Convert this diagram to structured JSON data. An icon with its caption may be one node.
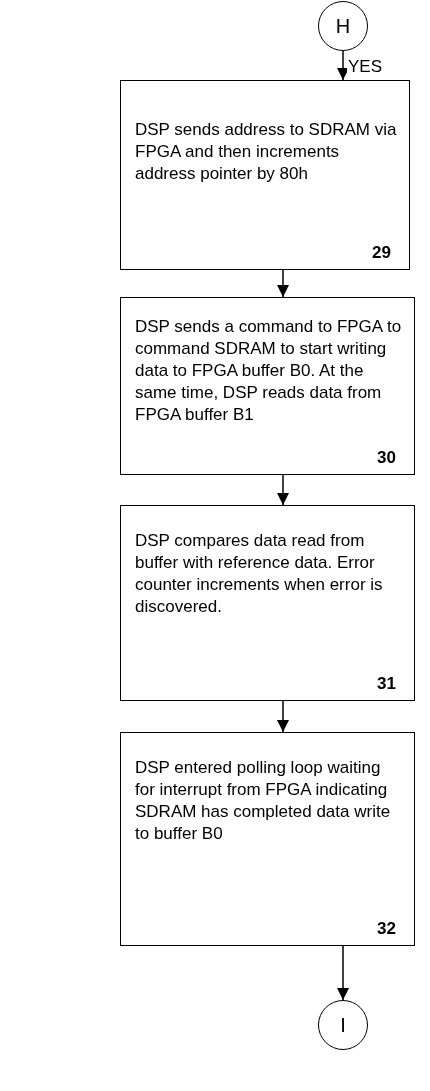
{
  "diagram": {
    "nodes": [
      {
        "text": [
          "H"
        ]
      },
      {
        "text": [
          "DSP sends address to SDRAM via FPGA and then increments address pointer by 80h",
          "29"
        ]
      },
      {
        "text": [
          "DSP sends a command to FPGA to command SDRAM to start writing data to FPGA buffer B0. At the same time, DSP reads data from FPGA buffer B1",
          "30"
        ]
      },
      {
        "text": [
          "DSP compares data read from buffer with reference data. Error counter increments when error is discovered.",
          "31"
        ]
      },
      {
        "text": [
          "DSP entered polling loop waiting for interrupt from FPGA indicating SDRAM has completed data write to buffer B0",
          "32"
        ]
      },
      {
        "text": [
          "I"
        ]
      }
    ],
    "edges": [
      {
        "from": 0,
        "to": 1,
        "arrow": "to",
        "label": "YES"
      },
      {
        "from": 1,
        "to": 2,
        "arrow": "to"
      },
      {
        "from": 2,
        "to": 3,
        "arrow": "to"
      },
      {
        "from": 3,
        "to": 4,
        "arrow": "to"
      },
      {
        "from": 4,
        "to": 5,
        "arrow": "to"
      }
    ]
  }
}
